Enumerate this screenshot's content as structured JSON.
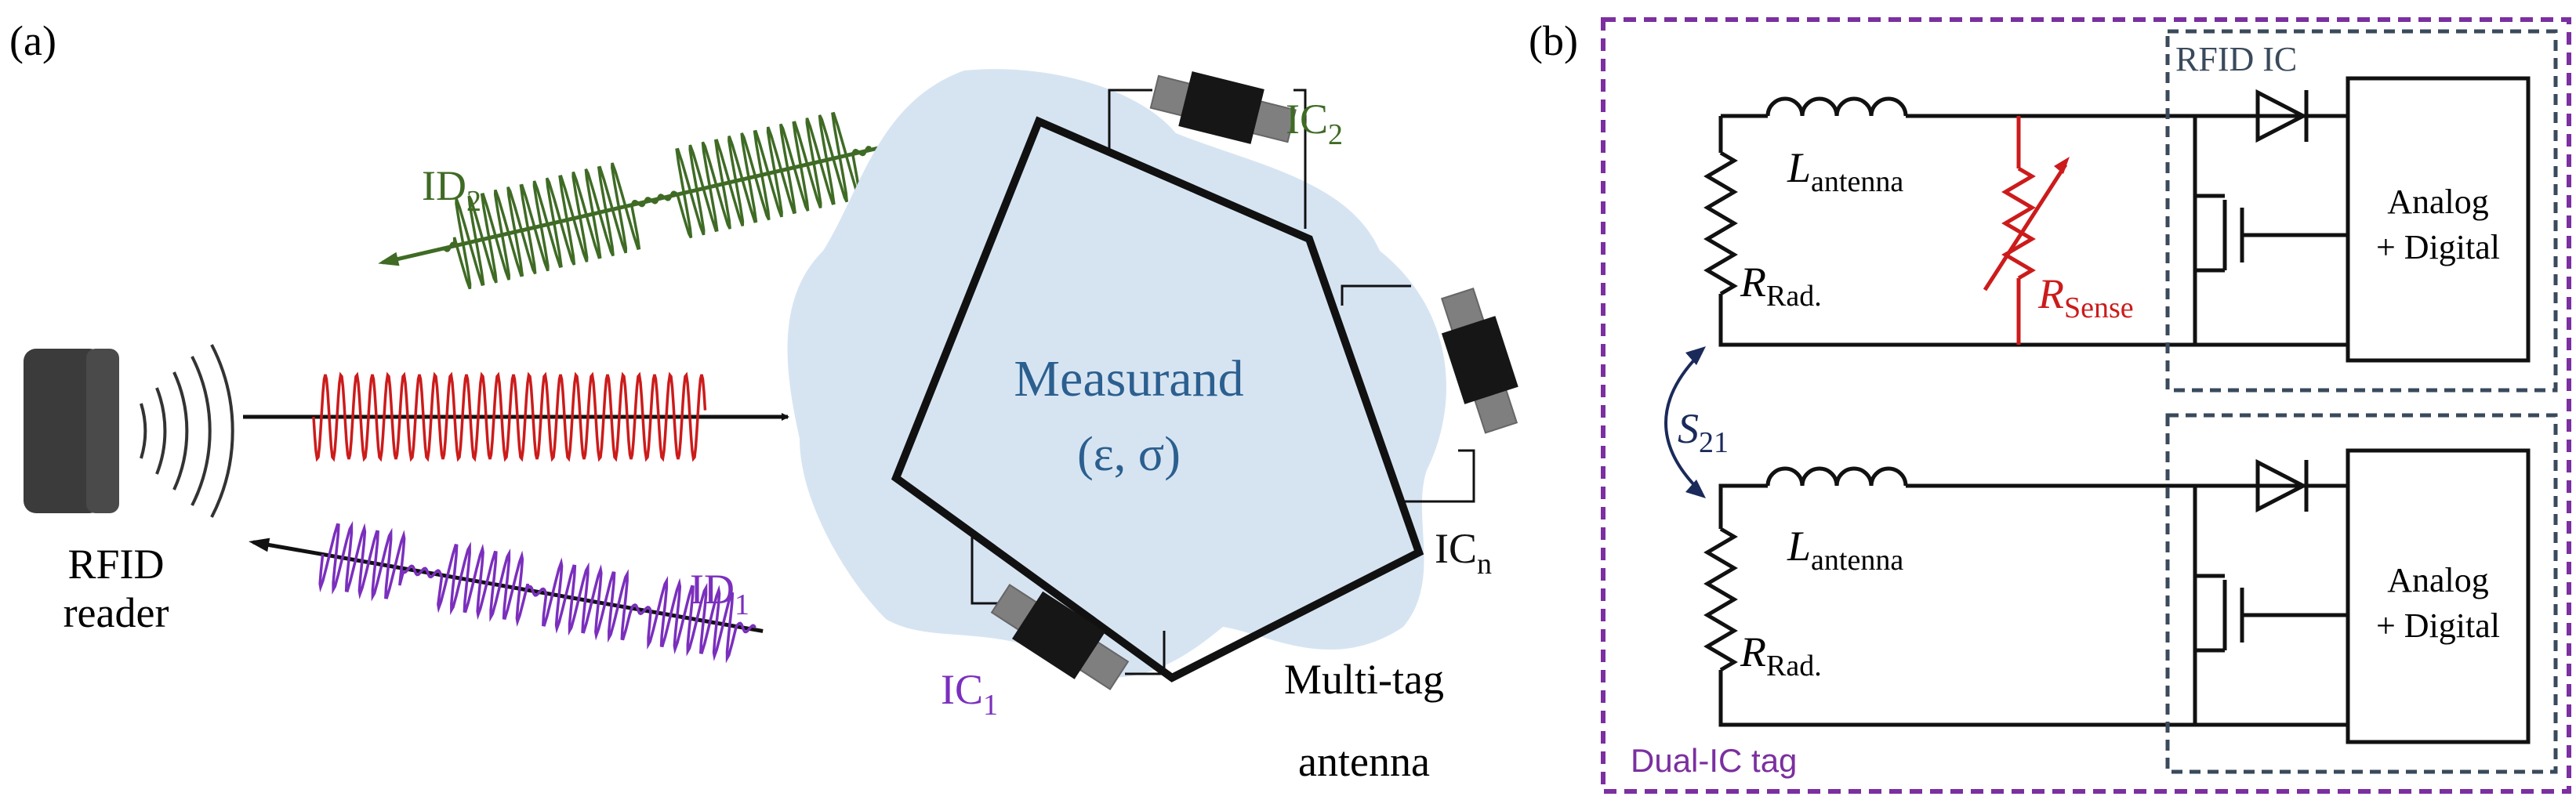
{
  "panel_a": {
    "label": "(a)",
    "reader": {
      "line1": "RFID",
      "line2": "reader"
    },
    "measurand": {
      "line1": "Measurand",
      "line2": "(ε, σ)"
    },
    "ic1": {
      "base": "IC",
      "sub": "1"
    },
    "ic2": {
      "base": "IC",
      "sub": "2"
    },
    "icn": {
      "base": "IC",
      "sub": "n"
    },
    "id1": {
      "base": "ID",
      "sub": "1"
    },
    "id2": {
      "base": "ID",
      "sub": "2"
    },
    "antenna": {
      "line1": "Multi-tag",
      "line2": "antenna"
    }
  },
  "panel_b": {
    "label": "(b)",
    "rfid_ic": "RFID IC",
    "dual_ic": "Dual-IC tag",
    "l_antenna": {
      "base": "L",
      "sub": "antenna"
    },
    "r_rad": {
      "base": "R",
      "sub": "Rad."
    },
    "r_sense": {
      "base": "R",
      "sub": "Sense"
    },
    "s21": {
      "base": "S",
      "sub": "21"
    },
    "block": {
      "line1": "Analog",
      "line2": "+ Digital"
    }
  },
  "colors": {
    "red_signal": "#cc1b1b",
    "purple_signal": "#7b2fbd",
    "green_signal": "#3f6b25",
    "measurand_fill": "#d6e4f2",
    "measurand_text": "#2b5f8f",
    "dashed_box": "#3a4a5c",
    "outer_box": "#7b2fa0"
  }
}
